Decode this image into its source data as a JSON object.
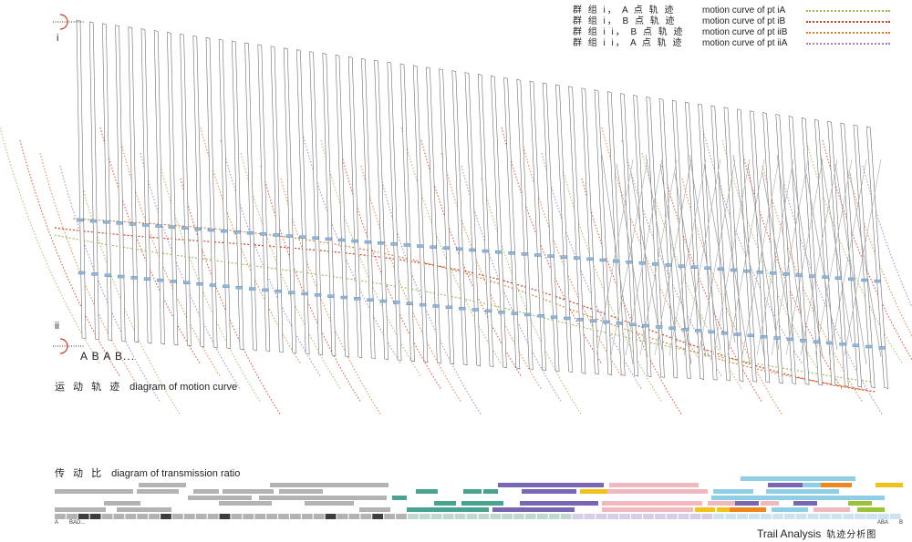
{
  "legend": [
    {
      "cn": "群 组 i， A 点 轨 迹",
      "en": "motion curve of  pt iA",
      "color": "#8fbf4a"
    },
    {
      "cn": "群 组 i， B 点 轨 迹",
      "en": "motion curve of  pt iB",
      "color": "#d93a1e"
    },
    {
      "cn": "群 组 i i， B 点 轨 迹",
      "en": "motion curve of  pt iiB",
      "color": "#e07a2a"
    },
    {
      "cn": "群 组 i i， A 点 轨 迹",
      "en": "motion curve of  pt iiA",
      "color": "#9a7ac2"
    }
  ],
  "group_labels": {
    "i": "i",
    "ii": "ii"
  },
  "point_labels": "A   B   A   B...",
  "caption_motion": {
    "cn": "运 动 轨 迹",
    "en": "diagram of motion curve"
  },
  "caption_transmission": {
    "cn": "传 动 比",
    "en": "diagram of transmission ratio"
  },
  "caption_trail": {
    "en": "Trail Analysis",
    "cn": "轨迹分析图"
  },
  "bottom_marks": {
    "left": "A",
    "left2": "BAD...",
    "right": "ABA",
    "right2": "B"
  },
  "colors": {
    "gray": "#b3b3b3",
    "dark": "#3d3d3d",
    "teal": "#4aa391",
    "purple": "#7a67b4",
    "pink": "#f2b8bf",
    "blue": "#8fcfe6",
    "yellow": "#f2c21a",
    "orange": "#f0861e",
    "green": "#9cc23a"
  }
}
